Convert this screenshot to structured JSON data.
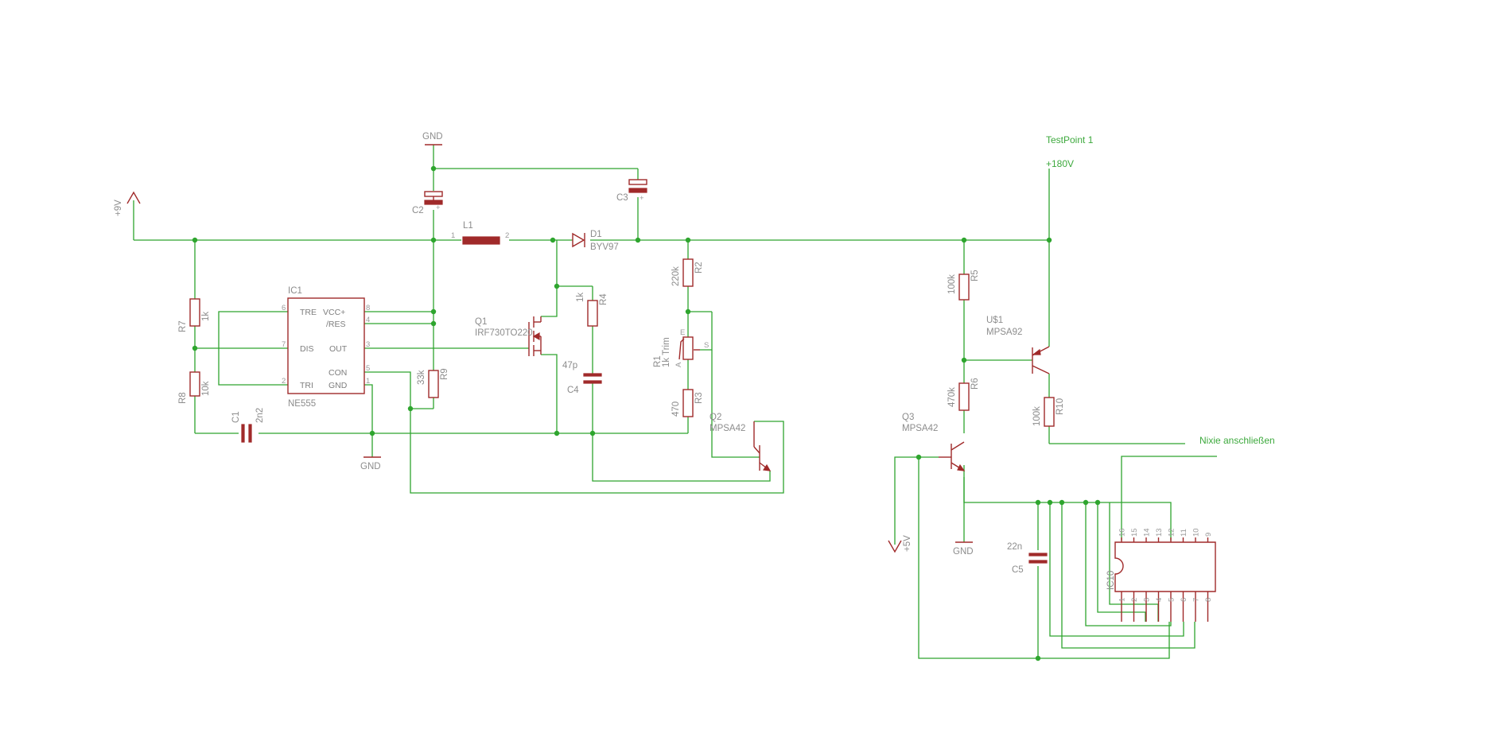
{
  "colors": {
    "wire": "#2ea52e",
    "symbol": "#a02a2a",
    "text": "#8c8c8c",
    "net_label": "#3da93d"
  },
  "nets": {
    "testpoint": "TestPoint 1",
    "hv": "+180V",
    "nixie": "Nixie anschließen",
    "vin": "+9V",
    "vcc5": "+5V",
    "gnd_top": "GND",
    "gnd_555": "GND",
    "gnd_q3": "GND"
  },
  "parts": {
    "C2": {
      "name": "C2"
    },
    "C3": {
      "name": "C3"
    },
    "L1": {
      "name": "L1",
      "pin1": "1",
      "pin2": "2"
    },
    "D1": {
      "name": "D1",
      "value": "BYV97"
    },
    "R2": {
      "name": "R2",
      "value": "220k"
    },
    "R4": {
      "name": "R4",
      "value": "1k"
    },
    "Q1": {
      "name": "Q1",
      "value": "IRF730TO220"
    },
    "C4": {
      "name": "C4",
      "value": "47p"
    },
    "R1": {
      "name": "R1",
      "value": "1k Trim",
      "pin_e": "E",
      "pin_a": "A",
      "pin_s": "S"
    },
    "R3": {
      "name": "R3",
      "value": "470"
    },
    "Q2": {
      "name": "Q2",
      "value": "MPSA42"
    },
    "R7": {
      "name": "R7",
      "value": "1k"
    },
    "R8": {
      "name": "R8",
      "value": "10k"
    },
    "C1": {
      "name": "C1",
      "value": "2n2"
    },
    "R9": {
      "name": "R9",
      "value": "33k"
    },
    "R5": {
      "name": "R5",
      "value": "100k"
    },
    "U1": {
      "name": "U$1",
      "value": "MPSA92"
    },
    "R6": {
      "name": "R6",
      "value": "470k"
    },
    "Q3": {
      "name": "Q3",
      "value": "MPSA42"
    },
    "R10": {
      "name": "R10",
      "value": "100k"
    },
    "C5": {
      "name": "C5",
      "value": "22n"
    }
  },
  "ic1": {
    "name": "IC1",
    "value": "NE555",
    "pins_left": [
      {
        "num": "6",
        "name": "TRE"
      },
      {
        "num": "7",
        "name": "DIS"
      },
      {
        "num": "2",
        "name": "TRI"
      }
    ],
    "pins_right": [
      {
        "num": "8",
        "name": "VCC+"
      },
      {
        "num": "4",
        "name": "/RES"
      },
      {
        "num": "3",
        "name": "OUT"
      },
      {
        "num": "5",
        "name": "CON"
      },
      {
        "num": "1",
        "name": "GND"
      }
    ]
  },
  "ic10": {
    "name": "IC10",
    "pins_top": [
      "16",
      "15",
      "14",
      "13",
      "12",
      "11",
      "10",
      "9"
    ],
    "pins_bottom": [
      "1",
      "2",
      "3",
      "4",
      "5",
      "6",
      "7",
      "8"
    ]
  }
}
